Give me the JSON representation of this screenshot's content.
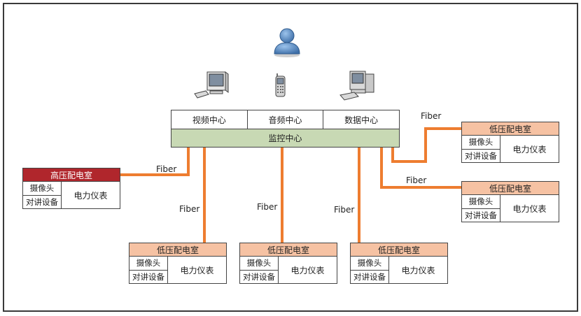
{
  "hub": {
    "top_cells": [
      "视频中心",
      "音频中心",
      "数据中心"
    ],
    "title": "监控中心"
  },
  "rooms": [
    {
      "title": "低压配电室",
      "left_top": "摄像头",
      "left_bottom": "对讲设备",
      "right": "电力仪表"
    },
    {
      "title": "低压配电室",
      "left_top": "摄像头",
      "left_bottom": "对讲设备",
      "right": "电力仪表"
    },
    {
      "title": "高压配电室",
      "left_top": "摄像头",
      "left_bottom": "对讲设备",
      "right": "电力仪表"
    },
    {
      "title": "低压配电室",
      "left_top": "摄像头",
      "left_bottom": "对讲设备",
      "right": "电力仪表"
    },
    {
      "title": "低压配电室",
      "left_top": "摄像头",
      "left_bottom": "对讲设备",
      "right": "电力仪表"
    },
    {
      "title": "低压配电室",
      "left_top": "摄像头",
      "left_bottom": "对讲设备",
      "right": "电力仪表"
    }
  ],
  "fiber_label": "Fiber",
  "colors": {
    "link": "#ee7d30",
    "hub_title_bg": "#c8d9b4",
    "room_title_bg": "#f6c2a3",
    "high_title_bg": "#b0262c"
  },
  "icons": [
    "user-icon",
    "computer-icon",
    "mobile-phone-icon",
    "computer-icon"
  ]
}
